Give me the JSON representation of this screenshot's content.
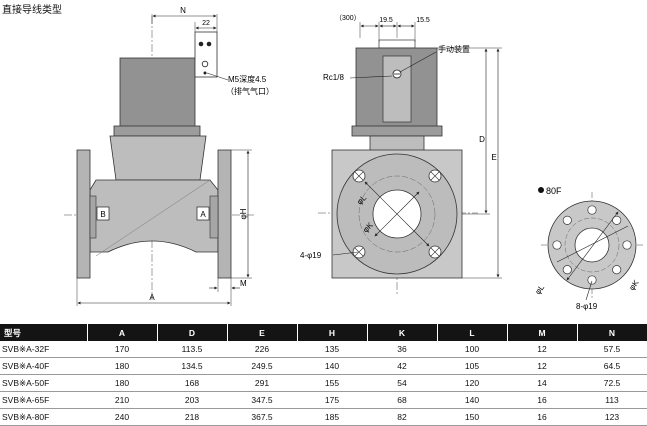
{
  "title": "直接导线类型",
  "side_view": {
    "dim_n": "N",
    "dim_22": "22",
    "dim_a": "A",
    "dim_m": "M",
    "dim_phi_h": "φH",
    "port_b": "B",
    "port_a": "A",
    "callout_exhaust_line1": "M5深度4.5",
    "callout_exhaust_line2": "（排气气口）"
  },
  "front_view": {
    "dim_300": "（300）",
    "dim_19_5": "19.5",
    "dim_15_5": "15.5",
    "label_manual": "手动装置",
    "label_rc": "Rc1/8",
    "dim_d": "D",
    "dim_e": "E",
    "dim_phi_l": "φL",
    "dim_phi_k": "φK",
    "holes_label": "4-φ19"
  },
  "flange_80f": {
    "title": "80F",
    "dim_phi_l": "φL",
    "dim_phi_k": "φK",
    "holes_label": "8-φ19"
  },
  "table": {
    "headers": [
      "型号",
      "A",
      "D",
      "E",
      "H",
      "K",
      "L",
      "M",
      "N"
    ],
    "rows": [
      [
        "SVB※A-32F",
        "170",
        "113.5",
        "226",
        "135",
        "36",
        "100",
        "12",
        "57.5"
      ],
      [
        "SVB※A-40F",
        "180",
        "134.5",
        "249.5",
        "140",
        "42",
        "105",
        "12",
        "64.5"
      ],
      [
        "SVB※A-50F",
        "180",
        "168",
        "291",
        "155",
        "54",
        "120",
        "14",
        "72.5"
      ],
      [
        "SVB※A-65F",
        "210",
        "203",
        "347.5",
        "175",
        "68",
        "140",
        "16",
        "113"
      ],
      [
        "SVB※A-80F",
        "240",
        "218",
        "367.5",
        "185",
        "82",
        "150",
        "16",
        "123"
      ]
    ]
  }
}
